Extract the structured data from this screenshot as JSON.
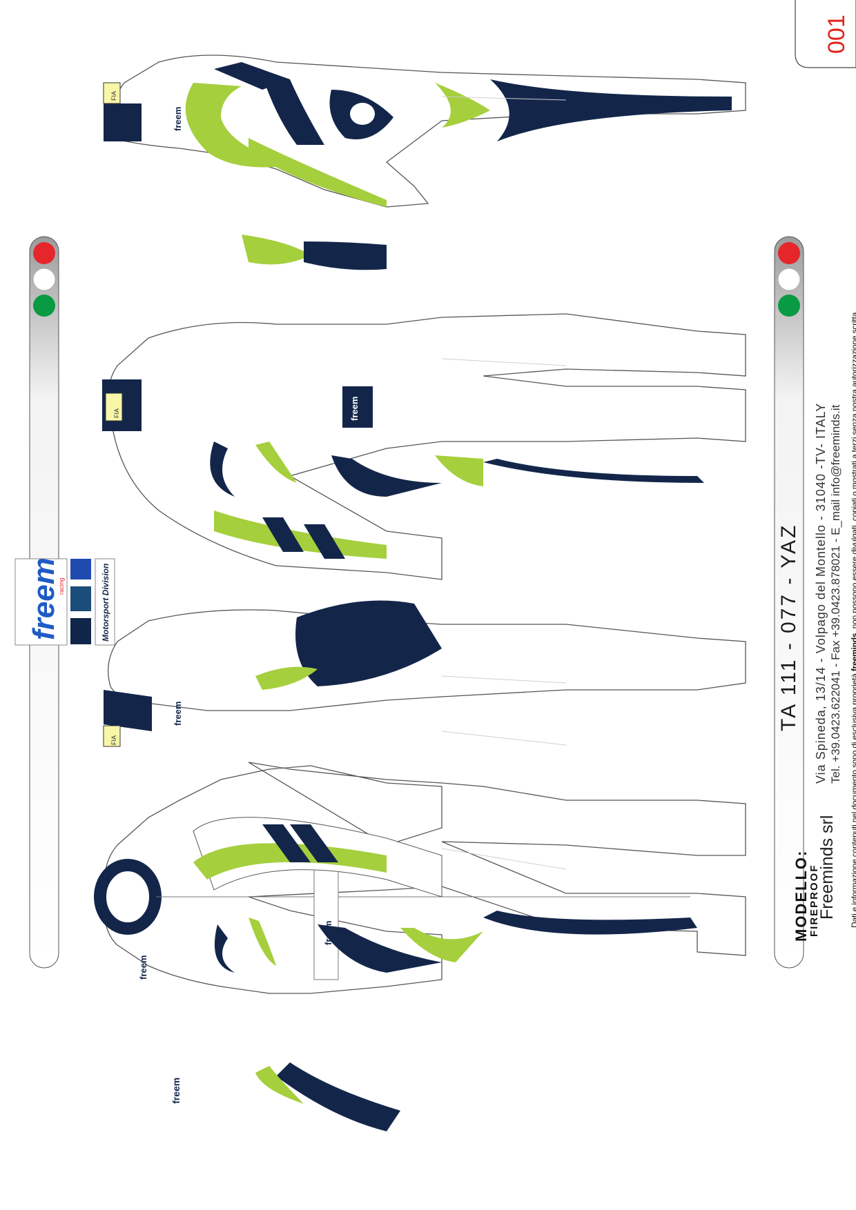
{
  "sheet": {
    "number": "001",
    "model_label": "MODELLO:",
    "model_sub": "FIREPROOF",
    "model_code": "TA 111 - 077 - YAZ"
  },
  "company": {
    "name": "Freeminds srl",
    "address": "Via Spineda, 13/14 - Volpago del Montello - 31040 -TV- ITALY",
    "contacts": "Tel. +39.0423.622041 - Fax +39.0423.878021 - E_mail info@freeminds.it",
    "disclaimer_pre": "Dati e informazione contenuti nel documento sono di esclusiva proprietà ",
    "disclaimer_brand": "freeminds",
    "disclaimer_post": ", non possono essere divulgati, copiati o mostrati a terzi senza nostra autorizzazione scritta."
  },
  "brand": {
    "logo_text": "freem",
    "logo_sub": "racing",
    "division": "Motorsport Division",
    "suit_logo": "freem"
  },
  "badges": {
    "fia": "FIA"
  },
  "colors": {
    "navy": "#13264a",
    "lime": "#a5cf3d",
    "red": "#e5262a",
    "green": "#0a9a44",
    "swatch_blue": "#1f4bb0",
    "swatch_steel": "#1a4d7a",
    "swatch_navy": "#11244a"
  },
  "icons": {
    "color_legend": "flag-color-dots-icon",
    "logo": "freem-logo-icon",
    "views": [
      "suit-front-view-icon",
      "suit-right-side-view-icon",
      "suit-back-view-icon",
      "suit-left-side-view-icon"
    ]
  }
}
